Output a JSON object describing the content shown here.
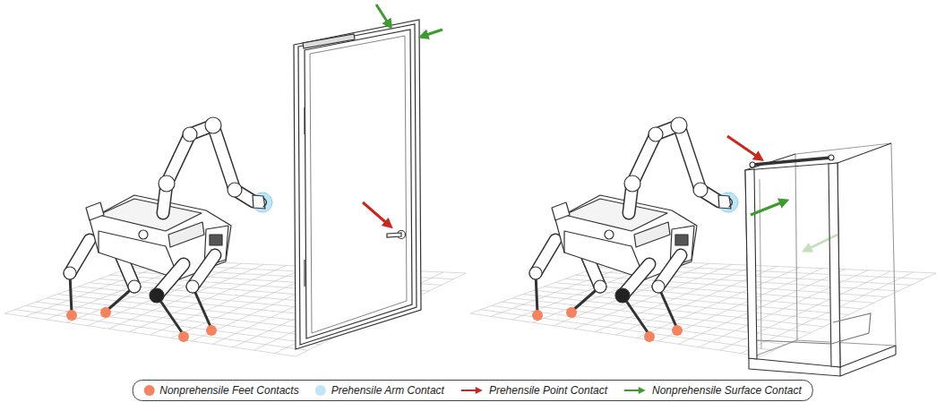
{
  "diagram": {
    "legend": [
      {
        "text": "Nonprehensile Feet Contacts",
        "color": "#f4845f"
      },
      {
        "text": "Prehensile Arm Contact",
        "color": "#bfe6f7"
      },
      {
        "text": "Prehensile Point Contact"
      },
      {
        "text": "Nonprehensile Surface Contact"
      }
    ]
  }
}
